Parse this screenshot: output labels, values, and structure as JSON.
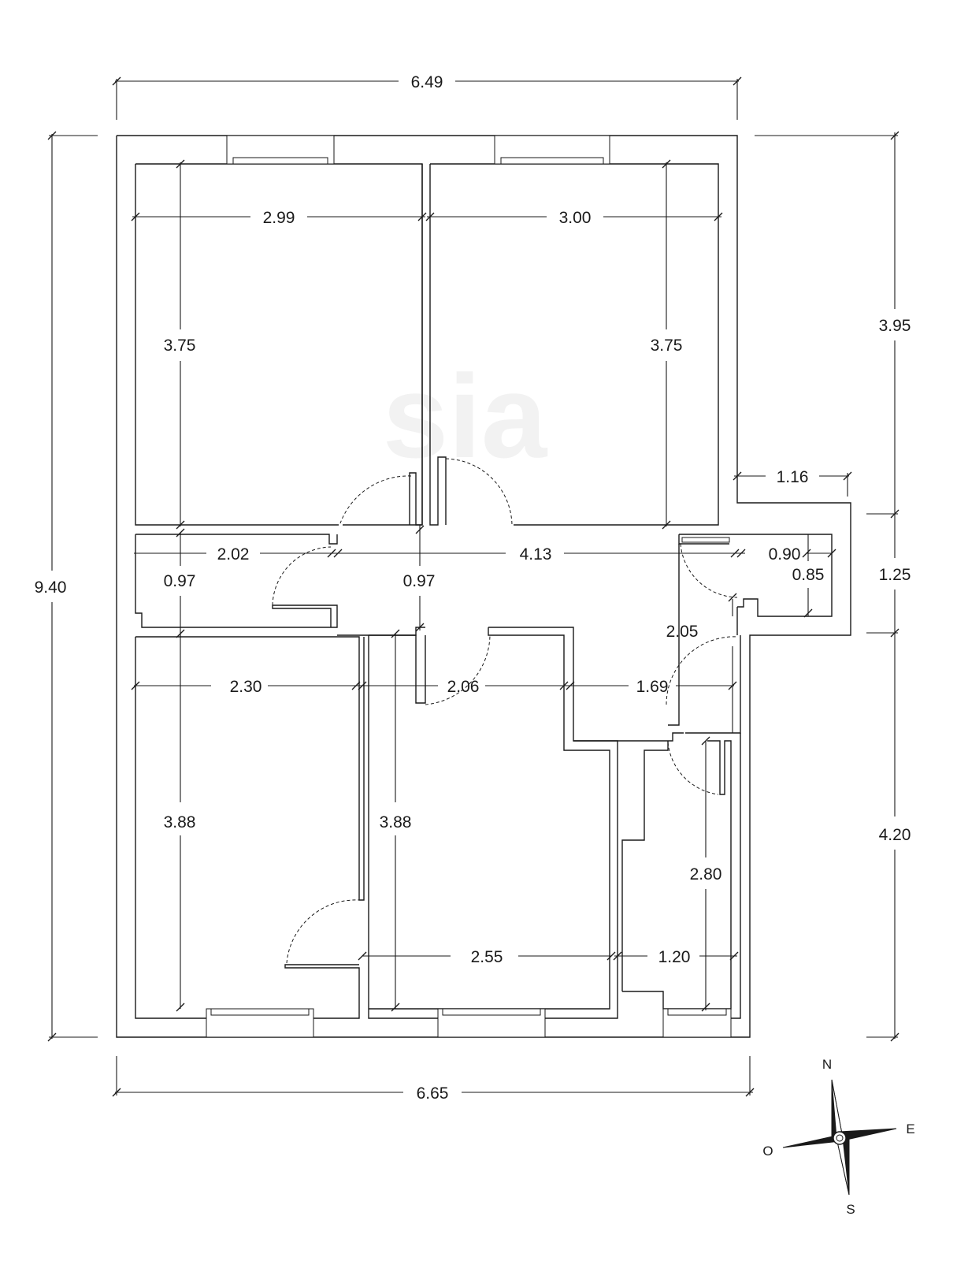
{
  "watermark": {
    "logo": "sia",
    "tagline": ""
  },
  "dimensions": {
    "overall_top_width": "6.49",
    "overall_bottom_width": "6.65",
    "overall_height": "9.40",
    "right_upper": "3.95",
    "right_middle": "1.25",
    "right_lower": "4.20",
    "bedroom_nw_width": "2.99",
    "bedroom_nw_depth": "3.75",
    "bedroom_ne_width": "3.00",
    "bedroom_ne_depth": "3.75",
    "balcony_width": "1.16",
    "hall_west_length": "2.02",
    "hall_east_length": "4.13",
    "hall_west_width": "0.97",
    "hall_center_width": "0.97",
    "wc_width": "0.90",
    "wc_depth": "0.85",
    "corridor_depth": "2.05",
    "bedroom_sw_width": "2.30",
    "bedroom_sw_depth": "3.88",
    "living_width_north": "2.06",
    "living_depth": "3.88",
    "living_width_south": "2.55",
    "bath_width_north": "1.69",
    "bath_depth": "2.80",
    "bath_width_south": "1.20"
  },
  "compass": {
    "north": "N",
    "east": "E",
    "south": "S",
    "west": "O"
  }
}
